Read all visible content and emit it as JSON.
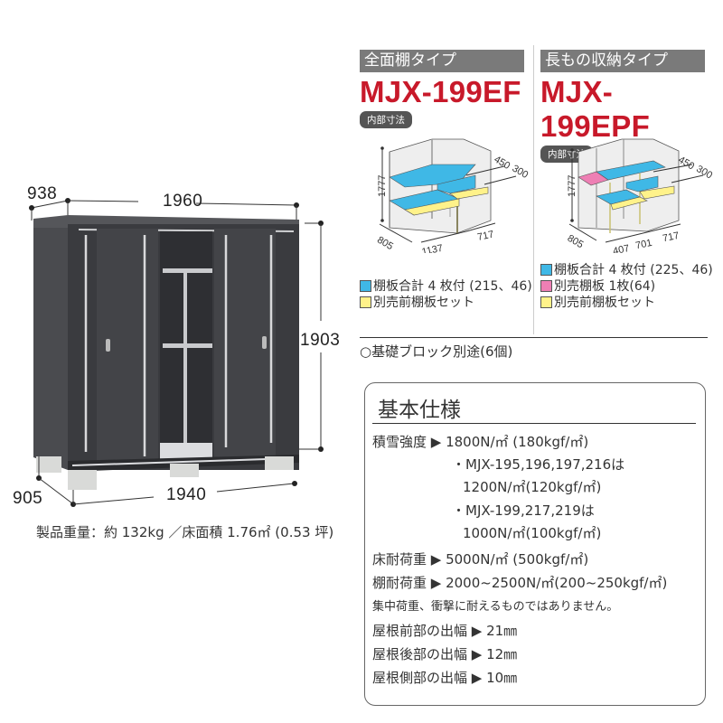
{
  "product": {
    "dimensions": {
      "depth_top": "938",
      "width_top": "1960",
      "height": "1903",
      "depth_bottom": "905",
      "width_bottom": "1940"
    },
    "weight_line": "製品重量：約 132kg ／床面積 1.76㎡ (0.53 坪)"
  },
  "types": [
    {
      "header": "全面棚タイプ",
      "model": "MJX-199EF",
      "badge": "内部寸法",
      "diagram": {
        "height": "1777",
        "depth": "805",
        "widths": [
          "1137",
          "717"
        ],
        "shelf_depths": [
          "450",
          "300"
        ]
      },
      "legend": [
        {
          "color": "#3fb8e6",
          "label": "棚板合計 4 枚付 (215、46)"
        },
        {
          "color": "#fff28a",
          "label": "別売前棚板セット"
        }
      ]
    },
    {
      "header": "長もの収納タイプ",
      "model": "MJX-199EPF",
      "badge": "内部寸法",
      "diagram": {
        "height": "1777",
        "depth": "805",
        "widths": [
          "407",
          "701",
          "717"
        ],
        "shelf_depths": [
          "450",
          "300"
        ]
      },
      "legend": [
        {
          "color": "#3fb8e6",
          "label": "棚板合計 4 枚付 (225、46)"
        },
        {
          "color": "#ee7fb4",
          "label": "別売棚板 1枚(64)"
        },
        {
          "color": "#fff28a",
          "label": "別売前棚板セット"
        }
      ]
    }
  ],
  "base_note": "○基礎ブロック別途(6個)",
  "spec": {
    "title": "基本仕様",
    "lines": [
      "積雪強度 ▶ 1800N/㎡ (180kgf/㎡)",
      "・MJX-195,196,197,216は",
      "1200N/㎡(120kgf/㎡)",
      "・MJX-199,217,219は",
      "1000N/㎡(100kgf/㎡)",
      "床耐荷重 ▶ 5000N/㎡ (500kgf/㎡)",
      "棚耐荷重 ▶ 2000~2500N/㎡(200~250kgf/㎡)",
      "集中荷重、衝撃に耐えるものではありません。",
      "屋根前部の出幅 ▶ 21㎜",
      "屋根後部の出幅 ▶ 12㎜",
      "屋根側部の出幅 ▶ 10㎜"
    ]
  },
  "colors": {
    "model_red": "#c8192a",
    "header_gray": "#7a7a7a",
    "shed_body": "#3e3e42",
    "shelf_blue": "#3fb8e6",
    "shelf_yellow": "#fff28a",
    "shelf_pink": "#ee7fb4"
  }
}
